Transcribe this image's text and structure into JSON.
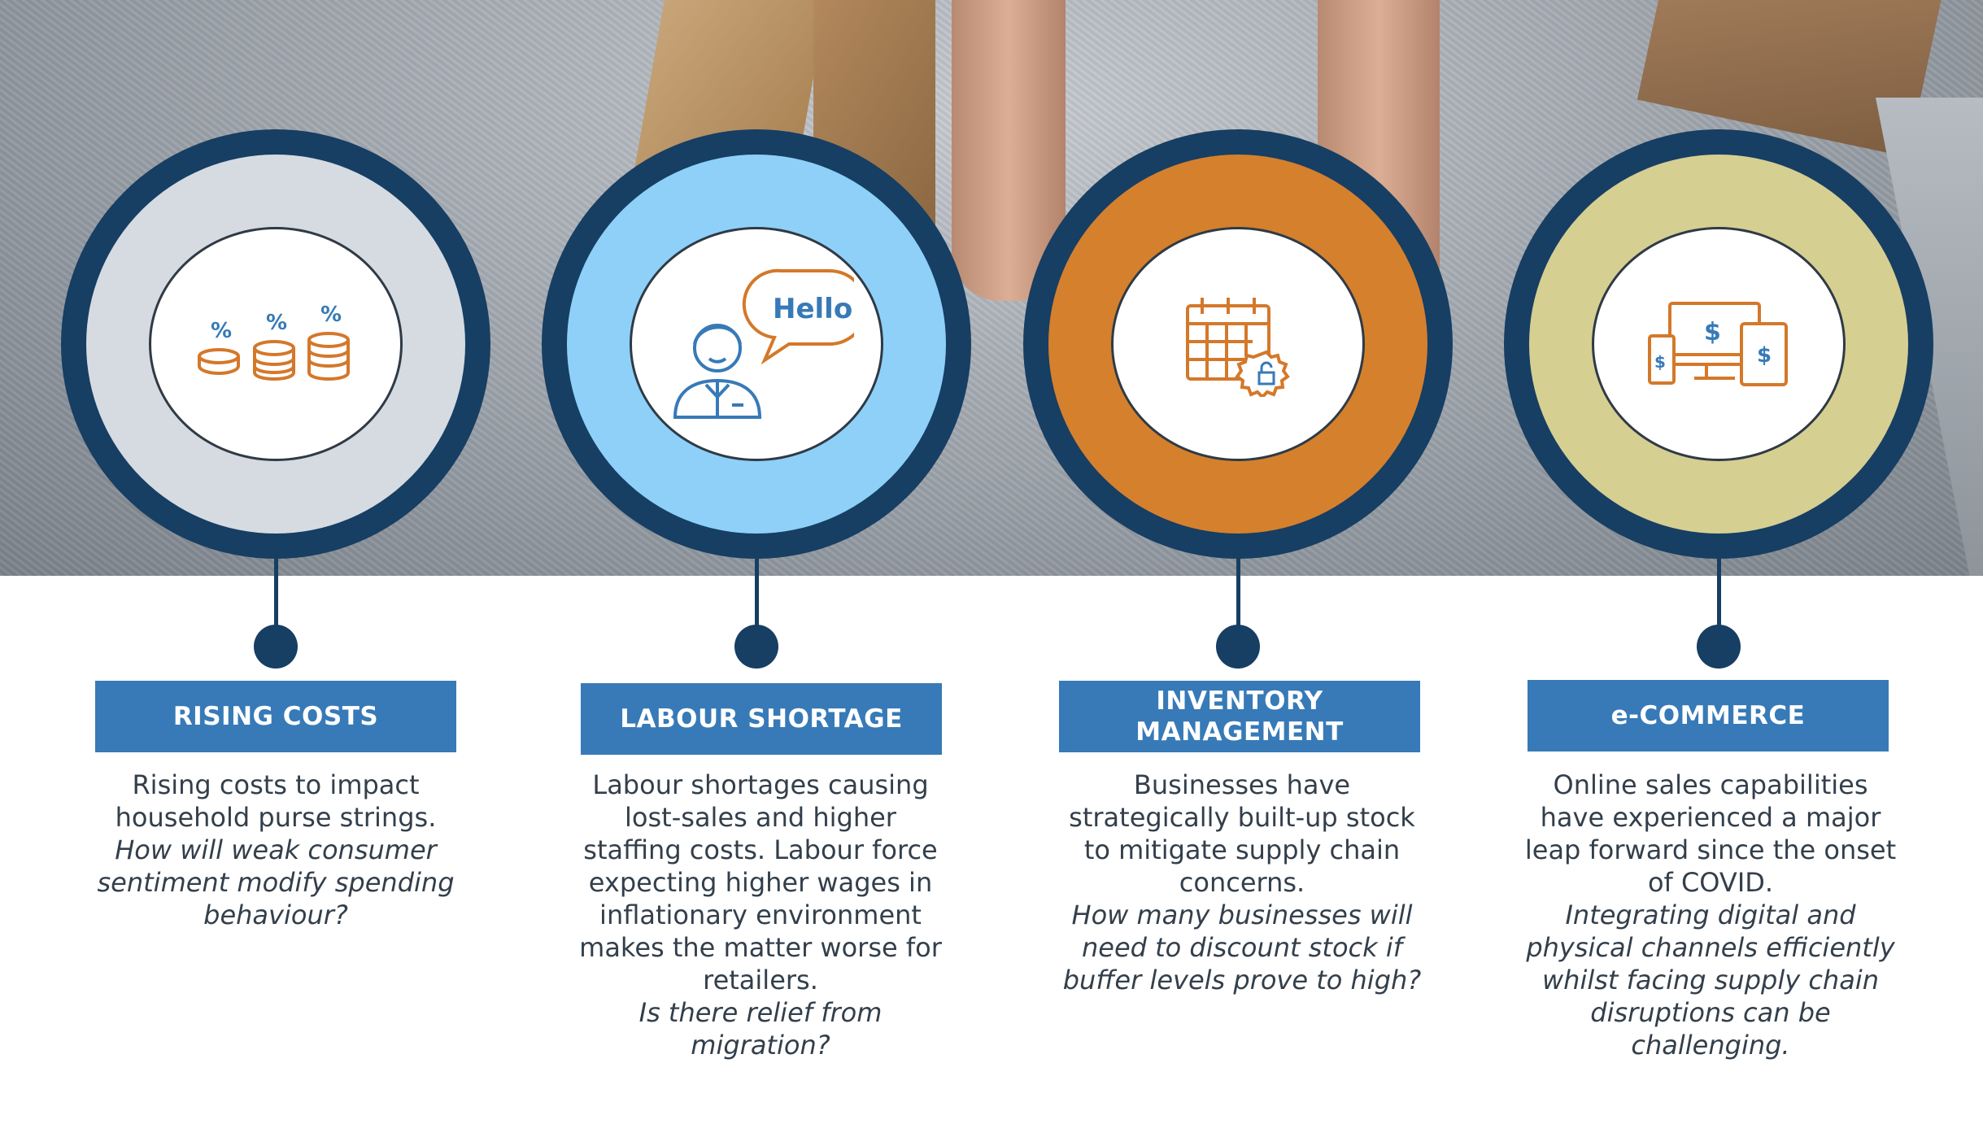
{
  "colors": {
    "navy": "#173e63",
    "label_blue": "#377ab7",
    "icon_orange": "#d4782a",
    "icon_blue": "#377ab7"
  },
  "cards": [
    {
      "title": "RISING COSTS",
      "ring_color": "#d5dbe1",
      "icon": "coins-percent-icon",
      "text": "Rising costs to impact household purse strings.",
      "question": "How will weak consumer sentiment modify spending behaviour?"
    },
    {
      "title": "LABOUR SHORTAGE",
      "ring_color": "#8ed0f8",
      "icon": "worker-speech-bubble-icon",
      "icon_text": "Hello",
      "text": "Labour shortages causing lost-sales and higher staffing costs. Labour force expecting higher wages in inflationary environment makes the matter worse for retailers.",
      "question": "Is there relief from migration?"
    },
    {
      "title": "INVENTORY MANAGEMENT",
      "ring_color": "#d5802d",
      "icon": "calendar-lock-icon",
      "text": "Businesses have strategically built-up stock to mitigate supply chain concerns.",
      "question": "How many businesses will need to discount stock if buffer levels prove to high?"
    },
    {
      "title": "e-COMMERCE",
      "ring_color": "#d6cf92",
      "icon": "devices-dollar-icon",
      "text": "Online sales capabilities have experienced a major leap forward since the onset of COVID.",
      "question": "Integrating digital and physical channels efficiently whilst facing supply chain disruptions can be challenging."
    }
  ]
}
